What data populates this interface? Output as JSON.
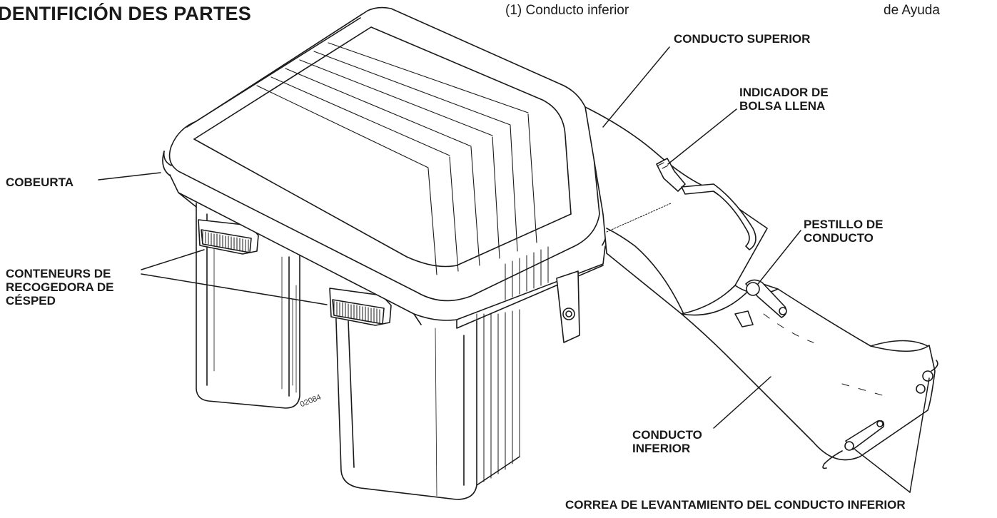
{
  "page": {
    "title": "DENTIFICIÓN DES PARTES",
    "header_center": "(1) Conducto inferior",
    "header_right": "de Ayuda",
    "figure_number": "02084"
  },
  "labels": {
    "upper_chute": "CONDUCTO SUPERIOR",
    "full_bag_indicator": [
      "INDICADOR DE",
      "BOLSA LLENA"
    ],
    "cover": "COBEURTA",
    "chute_latch": [
      "PESTILLO DE",
      "CONDUCTO"
    ],
    "containers": [
      "CONTENEURS DE",
      "RECOGEDORA DE",
      "CÉSPED"
    ],
    "lower_chute": [
      "CONDUCTO",
      "INFERIOR"
    ],
    "lift_strap": "CORREA DE LEVANTAMIENTO DEL CONDUCTO INFERIOR"
  }
}
